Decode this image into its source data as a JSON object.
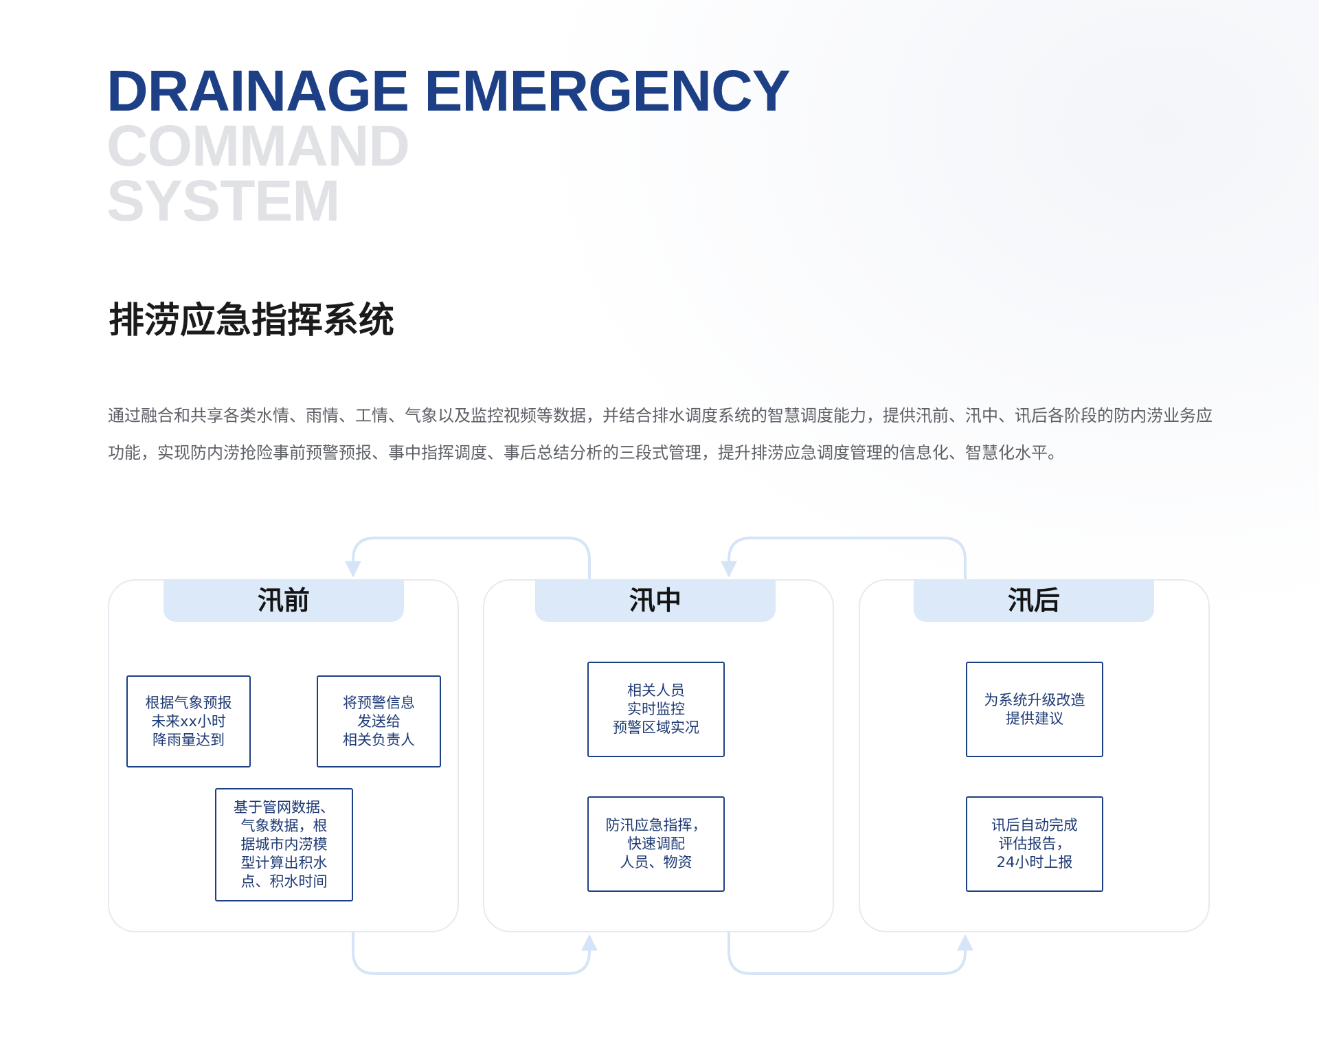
{
  "header": {
    "title_en_lines": [
      "DRAINAGE EMERGENCY",
      "COMMAND",
      "SYSTEM"
    ],
    "title_cn": "排涝应急指挥系统",
    "description": "通过融合和共享各类水情、雨情、工情、气象以及监控视频等数据，并结合排水调度系统的智慧调度能力，提供汛前、汛中、讯后各阶段的防内涝业务应功能，实现防内涝抢险事前预警预报、事中指挥调度、事后总结分析的三段式管理，提升排涝应急调度管理的信息化、智慧化水平。"
  },
  "stages": [
    {
      "label": "汛前",
      "steps": [
        "根据气象预报\n未来xx小时\n降雨量达到",
        "将预警信息\n发送给\n相关负责人",
        "基于管网数据、\n气象数据，根\n据城市内涝模\n型计算出积水\n点、积水时间"
      ]
    },
    {
      "label": "汛中",
      "steps": [
        "相关人员\n实时监控\n预警区域实况",
        "防汛应急指挥，\n快速调配\n人员、物资"
      ]
    },
    {
      "label": "汛后",
      "steps": [
        "为系统升级改造\n提供建议",
        "讯后自动完成\n评估报告，\n24小时上报"
      ]
    }
  ],
  "colors": {
    "primary": "#1d3f85",
    "title_gray": "#e1e2e5",
    "tab_fill": "#dce9f8",
    "connector": "#d6e4f7"
  }
}
